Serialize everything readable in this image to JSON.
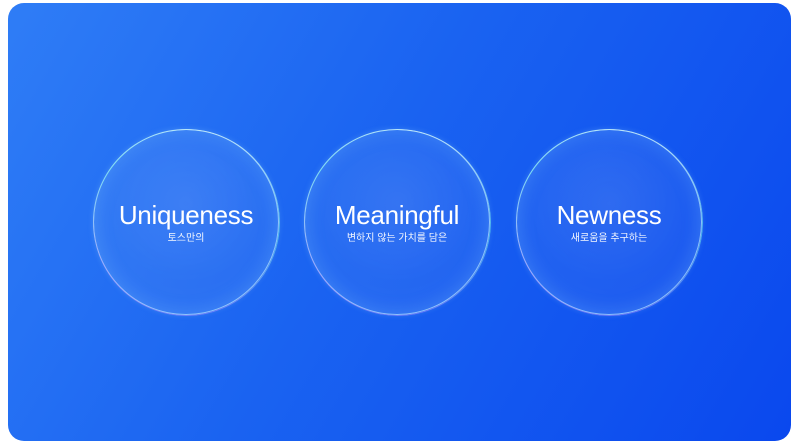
{
  "values": [
    {
      "title": "Uniqueness",
      "subtitle": "토스만의"
    },
    {
      "title": "Meaningful",
      "subtitle": "변하지 않는 가치를 담은"
    },
    {
      "title": "Newness",
      "subtitle": "새로움을 추구하는"
    }
  ],
  "colors": {
    "background_start": "#2f7df6",
    "background_end": "#0a48ee",
    "text": "#ffffff"
  }
}
